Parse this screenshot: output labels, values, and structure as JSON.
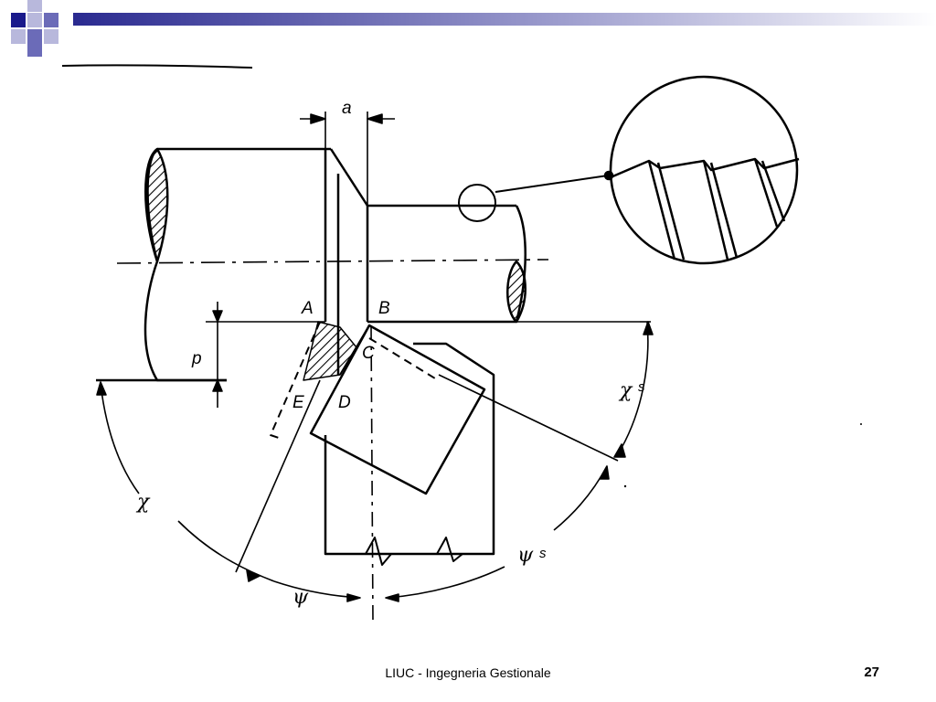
{
  "slide": {
    "footer": "LIUC - Ingegneria Gestionale",
    "page_number": "27"
  },
  "colors": {
    "square_dark": "#1a1a8c",
    "square_mid": "#6b6bb8",
    "square_light": "#b8b8dc",
    "gradient_start": "#2a2a90",
    "gradient_end": "#ffffff",
    "ink": "#000000"
  },
  "diagram": {
    "labels": {
      "a": "a",
      "A": "A",
      "B": "B",
      "C": "C",
      "D": "D",
      "E": "E",
      "p": "p",
      "chi": "χ",
      "chi_s": "χ",
      "chi_s_sub": "s",
      "psi": "ψ",
      "psi_s": "ψ",
      "psi_s_sub": "s"
    }
  }
}
